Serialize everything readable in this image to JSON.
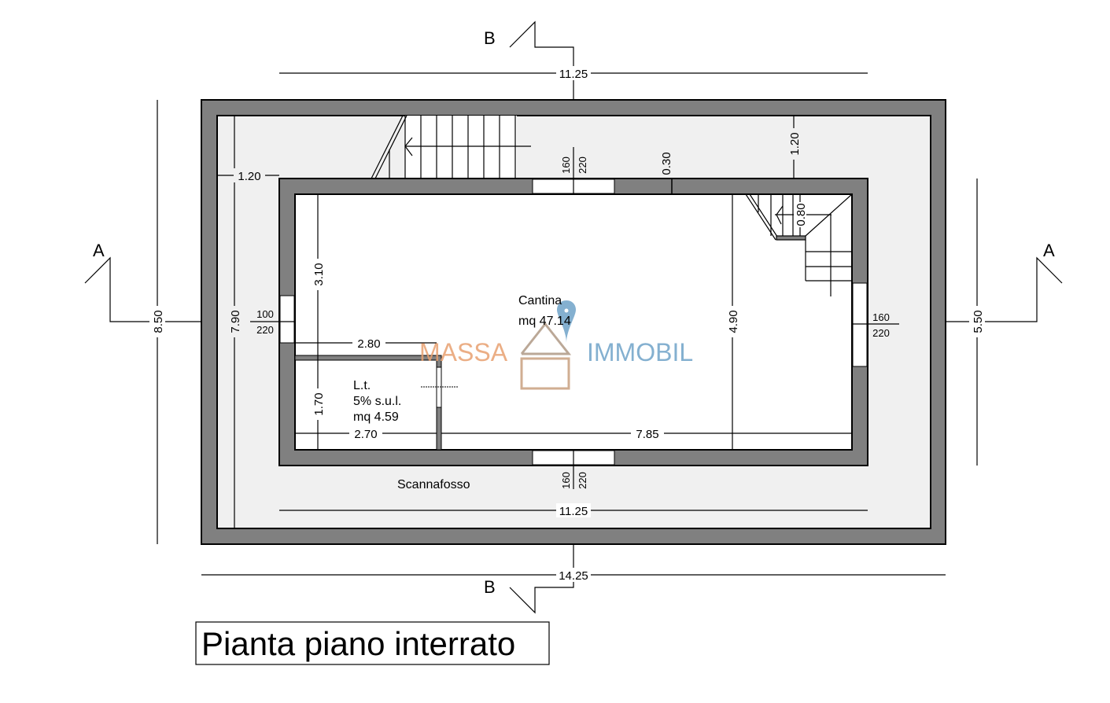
{
  "title": "Pianta piano interrato",
  "sections": {
    "a": "A",
    "b": "B"
  },
  "rooms": {
    "cantina": {
      "name": "Cantina",
      "area": "mq 47.14"
    },
    "lt": {
      "name": "L.t.",
      "note": "5% s.u.l.",
      "area": "mq 4.59"
    },
    "scannafosso": "Scannafosso"
  },
  "dimensions": {
    "top_width": "11.25",
    "bottom_inner_width": "11.25",
    "overall_width": "14.25",
    "overall_height": "8.50",
    "inner_height": "5.50",
    "gap_height": "7.90",
    "left_gap": "1.20",
    "top_gap": "1.20",
    "room_h1": "3.10",
    "room_h2": "1.70",
    "lt_w1": "2.80",
    "lt_w2": "2.70",
    "main_w": "7.85",
    "main_h": "4.90",
    "stair_gap": "0.80",
    "wall_seg": "0.30"
  },
  "openings": {
    "top": [
      "160",
      "220"
    ],
    "bottom": [
      "160",
      "220"
    ],
    "left": [
      "100",
      "220"
    ],
    "right": [
      "160",
      "220"
    ]
  },
  "watermark": {
    "left": "MASSA",
    "right": "IMMOBIL",
    "orange": "#e8a070",
    "blue": "#6fa3c8"
  },
  "colors": {
    "wall": "#808080",
    "gap": "#f0f0f0"
  }
}
